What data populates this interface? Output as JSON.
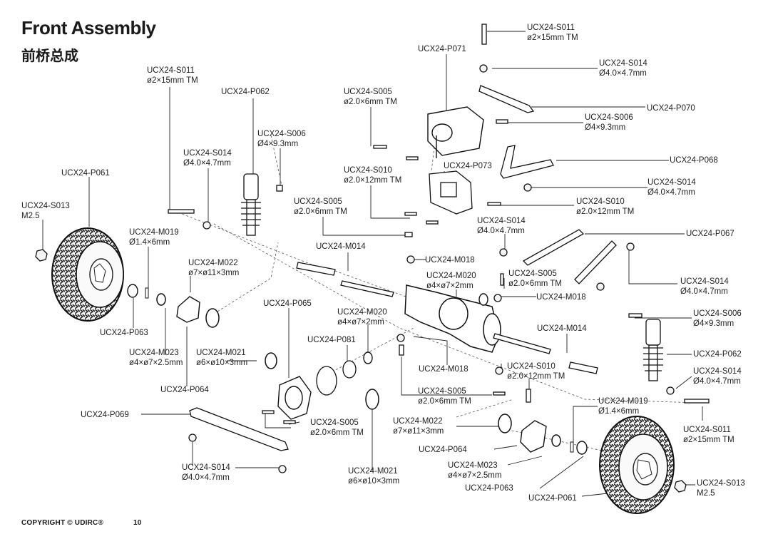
{
  "header": {
    "title": "Front Assembly",
    "subtitle": "前桥总成"
  },
  "footer": {
    "copyright": "COPYRIGHT © UDIRC®",
    "page_number": "10"
  },
  "callouts": {
    "s011_top": {
      "code": "UCX24-S011",
      "spec": "ø2×15mm TM"
    },
    "p071": {
      "code": "UCX24-P071",
      "spec": ""
    },
    "s014_top": {
      "code": "UCX24-S014",
      "spec": "Ø4.0×4.7mm"
    },
    "s011_left": {
      "code": "UCX24-S011",
      "spec": "ø2×15mm TM"
    },
    "p062_left": {
      "code": "UCX24-P062",
      "spec": ""
    },
    "s005_top": {
      "code": "UCX24-S005",
      "spec": "ø2.0×6mm TM"
    },
    "p070": {
      "code": "UCX24-P070",
      "spec": ""
    },
    "s006_top": {
      "code": "UCX24-S006",
      "spec": "Ø4×9.3mm"
    },
    "s006_left": {
      "code": "UCX24-S006",
      "spec": "Ø4×9.3mm"
    },
    "s014_left": {
      "code": "UCX24-S014",
      "spec": "Ø4.0×4.7mm"
    },
    "p061_left": {
      "code": "UCX24-P061",
      "spec": ""
    },
    "s010_top": {
      "code": "UCX24-S010",
      "spec": "ø2.0×12mm TM"
    },
    "p073": {
      "code": "UCX24-P073",
      "spec": ""
    },
    "p068": {
      "code": "UCX24-P068",
      "spec": ""
    },
    "s014_right1": {
      "code": "UCX24-S014",
      "spec": "Ø4.0×4.7mm"
    },
    "s013_left": {
      "code": "UCX24-S013",
      "spec": "M2.5"
    },
    "s005_mid": {
      "code": "UCX24-S005",
      "spec": "ø2.0×6mm TM"
    },
    "s010_right": {
      "code": "UCX24-S010",
      "spec": "ø2.0×12mm TM"
    },
    "s014_mid": {
      "code": "UCX24-S014",
      "spec": "Ø4.0×4.7mm"
    },
    "p067": {
      "code": "UCX24-P067",
      "spec": ""
    },
    "m019_left": {
      "code": "UCX24-M019",
      "spec": "Ø1.4×6mm"
    },
    "m014_left": {
      "code": "UCX24-M014",
      "spec": ""
    },
    "m018_top": {
      "code": "UCX24-M018",
      "spec": ""
    },
    "m022_left": {
      "code": "UCX24-M022",
      "spec": "ø7×ø11×3mm"
    },
    "m020_top": {
      "code": "UCX24-M020",
      "spec": "ø4×ø7×2mm"
    },
    "s005_right": {
      "code": "UCX24-S005",
      "spec": "ø2.0×6mm TM"
    },
    "m018_mid": {
      "code": "UCX24-M018",
      "spec": ""
    },
    "s014_right2": {
      "code": "UCX24-S014",
      "spec": "Ø4.0×4.7mm"
    },
    "p065": {
      "code": "UCX24-P065",
      "spec": ""
    },
    "m020_mid": {
      "code": "UCX24-M020",
      "spec": "ø4×ø7×2mm"
    },
    "s006_right": {
      "code": "UCX24-S006",
      "spec": "Ø4×9.3mm"
    },
    "p063_left": {
      "code": "UCX24-P063",
      "spec": ""
    },
    "m014_right": {
      "code": "UCX24-M014",
      "spec": ""
    },
    "p081": {
      "code": "UCX24-P081",
      "spec": ""
    },
    "p062_right": {
      "code": "UCX24-P062",
      "spec": ""
    },
    "m023_left": {
      "code": "UCX24-M023",
      "spec": "ø4×ø7×2.5mm"
    },
    "m021_left": {
      "code": "UCX24-M021",
      "spec": "ø6×ø10×3mm"
    },
    "m018_low": {
      "code": "UCX24-M018",
      "spec": ""
    },
    "s010_low": {
      "code": "UCX24-S010",
      "spec": "ø2.0×12mm TM"
    },
    "s014_right3": {
      "code": "UCX24-S014",
      "spec": "Ø4.0×4.7mm"
    },
    "p064_left": {
      "code": "UCX24-P064",
      "spec": ""
    },
    "s005_low": {
      "code": "UCX24-S005",
      "spec": "ø2.0×6mm TM"
    },
    "m019_right": {
      "code": "UCX24-M019",
      "spec": "Ø1.4×6mm"
    },
    "p069": {
      "code": "UCX24-P069",
      "spec": ""
    },
    "m022_right": {
      "code": "UCX24-M022",
      "spec": "ø7×ø11×3mm"
    },
    "s005_bottom": {
      "code": "UCX24-S005",
      "spec": "ø2.0×6mm TM"
    },
    "s011_right": {
      "code": "UCX24-S011",
      "spec": "ø2×15mm TM"
    },
    "p064_right": {
      "code": "UCX24-P064",
      "spec": ""
    },
    "s014_bottom": {
      "code": "UCX24-S014",
      "spec": "Ø4.0×4.7mm"
    },
    "m021_right": {
      "code": "UCX24-M021",
      "spec": "ø6×ø10×3mm"
    },
    "m023_right": {
      "code": "UCX24-M023",
      "spec": "ø4×ø7×2.5mm"
    },
    "p063_right": {
      "code": "UCX24-P063",
      "spec": ""
    },
    "s013_right": {
      "code": "UCX24-S013",
      "spec": "M2.5"
    },
    "p061_right": {
      "code": "UCX24-P061",
      "spec": ""
    }
  }
}
